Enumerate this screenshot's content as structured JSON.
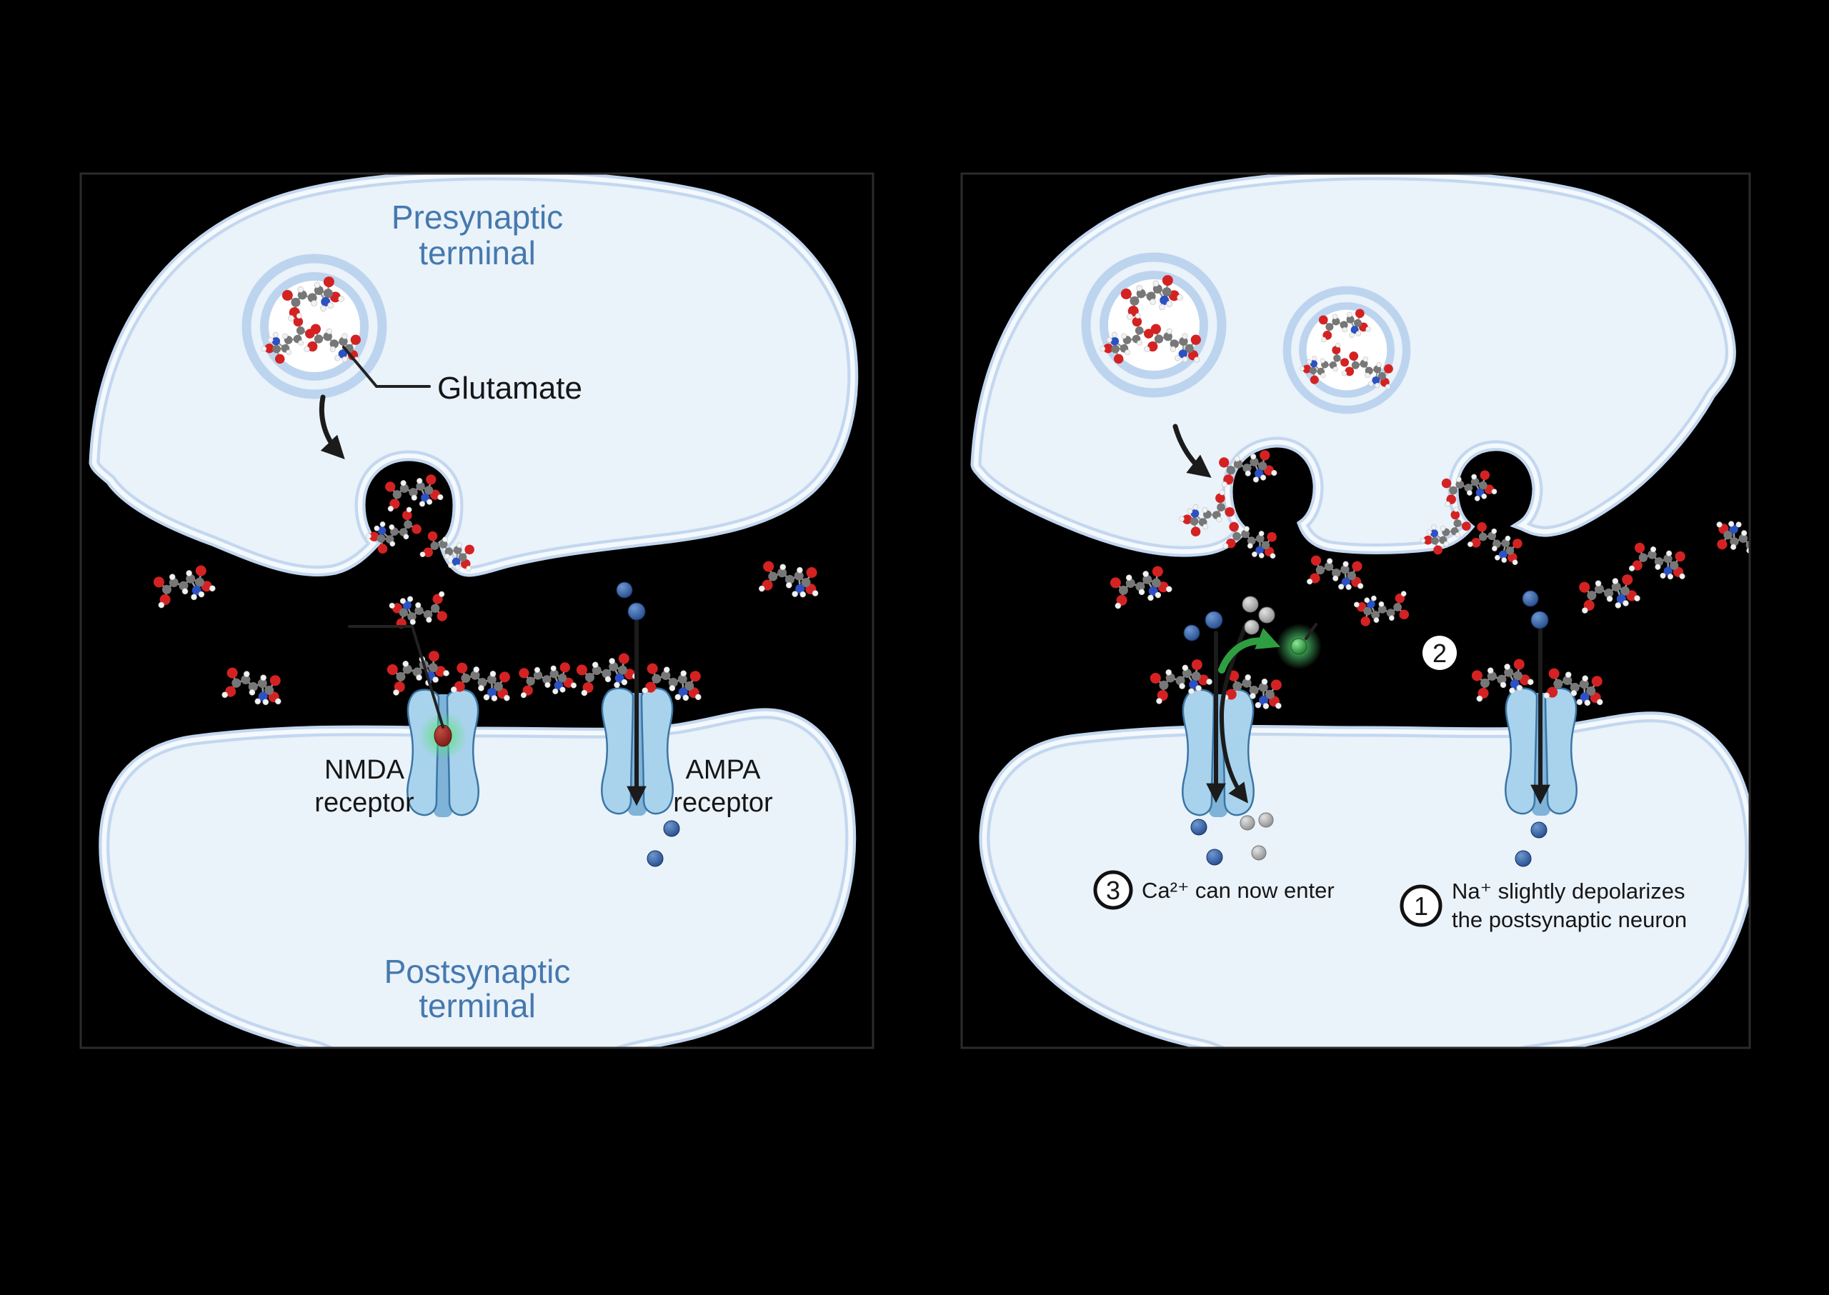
{
  "figure": {
    "type": "synapse-diagram",
    "panel_count": 2,
    "background_color": "#000000",
    "accent_text_color": "#4579ae",
    "label_text_color": "#161616",
    "membrane_color": "#c3d7ef",
    "cell_fill_color": "#eaf2fa",
    "receptor_color": "#a9d3ec",
    "sodium_ion_color": "#2f5d9e",
    "calcium_ion_color": "#a8a8a8",
    "magnesium_ion_color": "#2f9e41",
    "magnesium_block_color": "#96241f",
    "glutamate_atom_colors": {
      "carbon": "#777777",
      "oxygen": "#d42222",
      "nitrogen": "#2b51c4",
      "hydrogen": "#f2f2f2"
    }
  },
  "icons": {
    "glutamate_molecule": "ball-and-stick molecule",
    "sodium_ion": "blue sphere",
    "calcium_ion": "grey sphere",
    "magnesium_ion": "green glowing sphere",
    "magnesium_block": "red sphere with green glow",
    "release_arrow": "curved black arrow",
    "flux_arrow": "straight black arrow",
    "expel_arrow": "curved green arrow"
  },
  "left_panel": {
    "presynaptic_label_line1": "Presynaptic",
    "presynaptic_label_line2": "terminal",
    "glutamate_label": "Glutamate",
    "nmda_label_line1": "NMDA",
    "nmda_label_line2": "receptor",
    "ampa_label_line1": "AMPA",
    "ampa_label_line2": "receptor",
    "postsynaptic_label_line1": "Postsynaptic",
    "postsynaptic_label_line2": "terminal"
  },
  "right_panel": {
    "step1_number": "1",
    "step1_text_line1": "Na⁺ slightly depolarizes",
    "step1_text_line2": "the postsynaptic neuron",
    "step2_number": "2",
    "step3_number": "3",
    "step3_text": "Ca²⁺ can now enter"
  }
}
